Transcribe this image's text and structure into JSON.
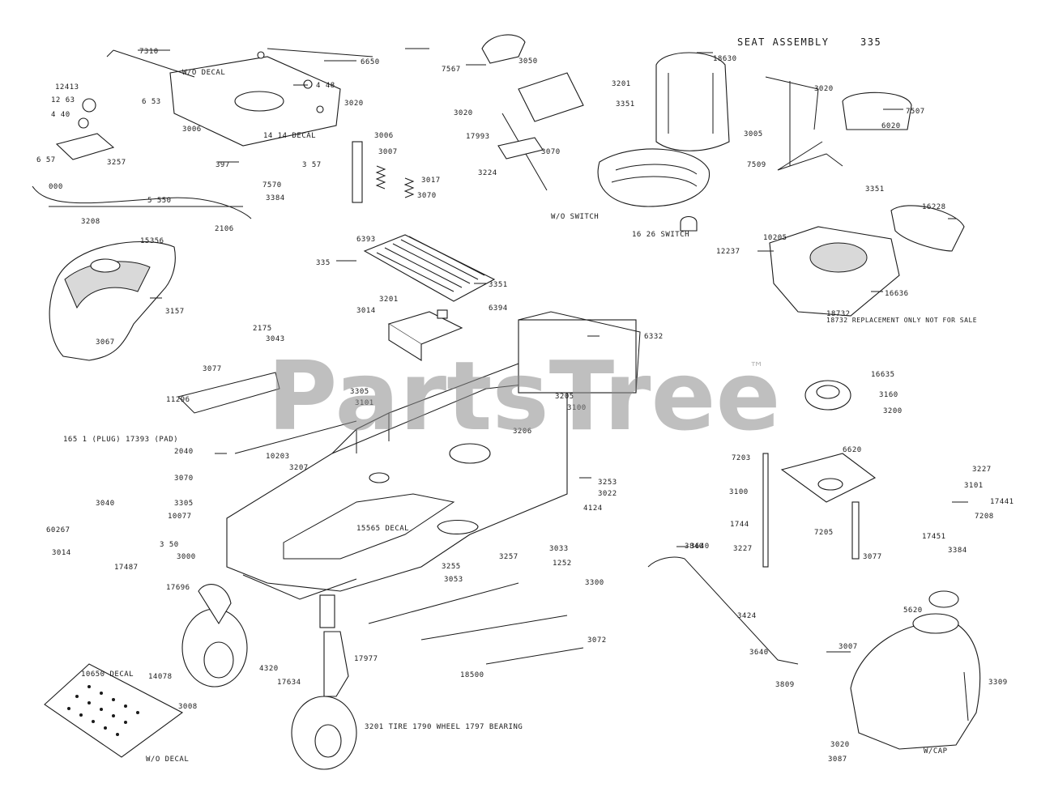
{
  "watermark": {
    "brand": "PartsTree",
    "trademark": "™"
  },
  "seat_assembly_title": "SEAT ASSEMBLY",
  "seat_assembly_number": "335",
  "callouts": [
    "7310",
    "6650",
    "12413",
    "12 63",
    "4 40",
    "6 57",
    "6 53",
    "4 48",
    "3020",
    "3006",
    "3006",
    "3007",
    "3017",
    "3070",
    "3257",
    "000",
    "5 550",
    "3208",
    "2106",
    "397",
    "7570",
    "3 57",
    "3384",
    "15356",
    "3157",
    "3067",
    "3014",
    "3201",
    "6393",
    "335",
    "3351",
    "6394",
    "6332",
    "2175",
    "3043",
    "3077",
    "11296",
    "3305",
    "3101",
    "3100",
    "3205",
    "3206",
    "7567",
    "3050",
    "3020",
    "3201",
    "3351",
    "17993",
    "3070",
    "3224",
    "18630",
    "7507",
    "3020",
    "3005",
    "7509",
    "6020",
    "3351",
    "16636",
    "16228",
    "10205",
    "12237",
    "16635",
    "18732",
    "3160",
    "3200",
    "6620",
    "3227",
    "3100",
    "3077",
    "3227",
    "17441",
    "7203",
    "7208",
    "7205",
    "3101",
    "17451",
    "3840",
    "2040",
    "3070",
    "3305",
    "10203",
    "3207",
    "10077",
    "3000",
    "3040",
    "60267",
    "3014",
    "1744",
    "17487",
    "3 50",
    "17696",
    "4124",
    "3253",
    "3022",
    "3255",
    "3053",
    "3072",
    "3257",
    "3033",
    "1252",
    "3300",
    "3640",
    "3424",
    "3640",
    "3809",
    "3007",
    "5620",
    "3309",
    "3020",
    "3087",
    "14078",
    "3008",
    "4320",
    "17634",
    "17977",
    "18500",
    "3384"
  ],
  "notes": {
    "w_o_decal": "W/O DECAL",
    "decal_14_14": "14 14 DECAL",
    "w_o_switch": "W/O SWITCH",
    "switch_16_26": "16 26 SWITCH",
    "decal_15565": "15565 DECAL",
    "replacement_only": "18732 REPLACEMENT ONLY NOT FOR SALE",
    "tire_trans": "3201 TIRE 1790 WHEEL 1797 BEARING",
    "decal_10650": "10650 DECAL",
    "w_o_decal_2": "W/O DECAL",
    "w_o_cap": "W/CAP",
    "plug_pad": "165 1 (PLUG) 17393 (PAD)"
  }
}
